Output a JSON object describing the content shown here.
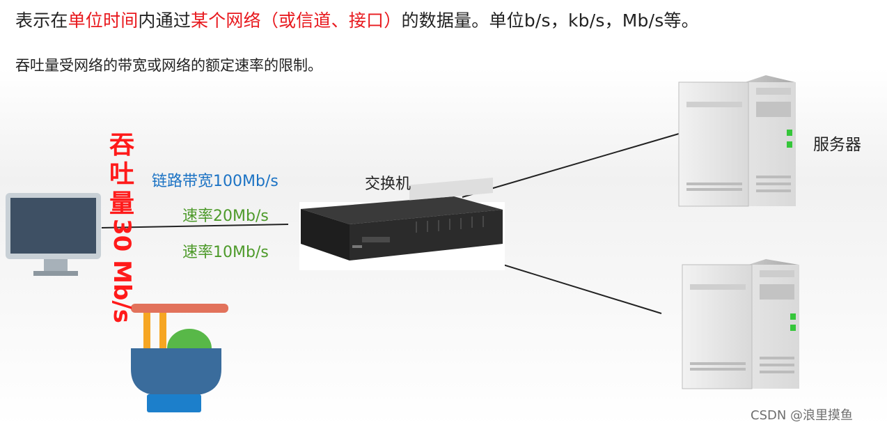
{
  "text": {
    "line1": {
      "p1": "表示在",
      "p2": "单位时间",
      "p3": "内通过",
      "p4": "某个网络（或信道、接口）",
      "p5": "的数据量。单位b/s，kb/s，Mb/s等。"
    },
    "line2": "吞吐量受网络的带宽或网络的额定速率的限制。"
  },
  "diagram": {
    "throughput_chars": [
      "吞",
      "吐",
      "量"
    ],
    "throughput_value": "30 Mb/s",
    "link_bandwidth": "链路带宽100Mb/s",
    "rate_1": "速率20Mb/s",
    "rate_2": "速率10Mb/s",
    "switch_label": "交换机",
    "server_label": "服务器"
  },
  "watermark": "CSDN @浪里摸鱼",
  "colors": {
    "emphasis_red": "#e8191e",
    "throughput_red": "#ff1a1a",
    "bandwidth_blue": "#1c73c4",
    "rate_green": "#4d9a2a"
  },
  "icons": [
    "computer-monitor-icon",
    "network-switch-icon",
    "server-tower-icon",
    "noodle-bowl-icon"
  ]
}
